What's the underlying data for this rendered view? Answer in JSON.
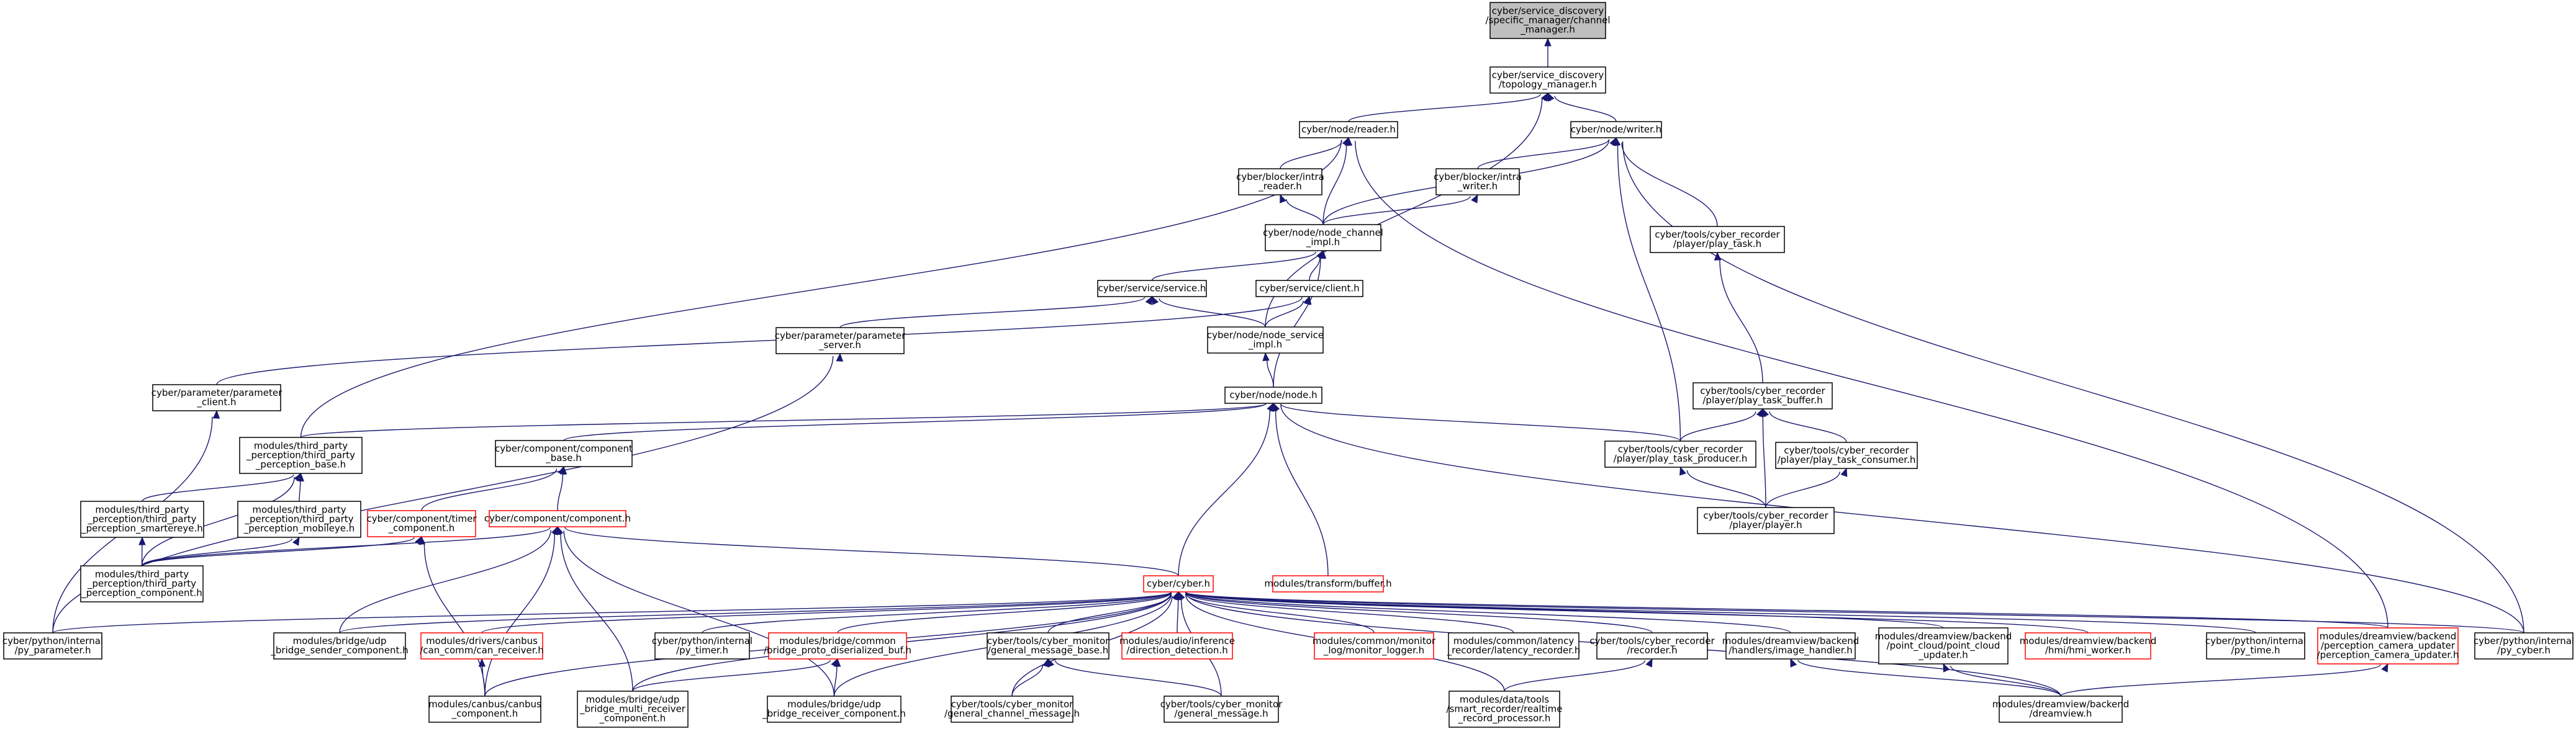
{
  "colors": {
    "edge": "#191970",
    "border": "#000000",
    "incomplete": "#ff0000",
    "root_fill": "#bfbfbf",
    "fill": "#ffffff"
  },
  "nodes": [
    {
      "id": "root",
      "lines": [
        "cyber/service_discovery",
        "/specific_manager/channel",
        "_manager.h"
      ],
      "style": "root"
    },
    {
      "id": "topo",
      "lines": [
        "cyber/service_discovery",
        "/topology_manager.h"
      ]
    },
    {
      "id": "reader",
      "lines": [
        "cyber/node/reader.h"
      ]
    },
    {
      "id": "writer",
      "lines": [
        "cyber/node/writer.h"
      ]
    },
    {
      "id": "intra_reader",
      "lines": [
        "cyber/blocker/intra",
        "_reader.h"
      ]
    },
    {
      "id": "intra_writer",
      "lines": [
        "cyber/blocker/intra",
        "_writer.h"
      ]
    },
    {
      "id": "play_task",
      "lines": [
        "cyber/tools/cyber_recorder",
        "/player/play_task.h"
      ]
    },
    {
      "id": "node_channel",
      "lines": [
        "cyber/node/node_channel",
        "_impl.h"
      ]
    },
    {
      "id": "service",
      "lines": [
        "cyber/service/service.h"
      ]
    },
    {
      "id": "client",
      "lines": [
        "cyber/service/client.h"
      ]
    },
    {
      "id": "param_server",
      "lines": [
        "cyber/parameter/parameter",
        "_server.h"
      ]
    },
    {
      "id": "node_service",
      "lines": [
        "cyber/node/node_service",
        "_impl.h"
      ]
    },
    {
      "id": "param_client",
      "lines": [
        "cyber/parameter/parameter",
        "_client.h"
      ]
    },
    {
      "id": "node",
      "lines": [
        "cyber/node/node.h"
      ]
    },
    {
      "id": "play_task_buffer",
      "lines": [
        "cyber/tools/cyber_recorder",
        "/player/play_task_buffer.h"
      ]
    },
    {
      "id": "tp_base",
      "lines": [
        "modules/third_party",
        "_perception/third_party",
        "_perception_base.h"
      ]
    },
    {
      "id": "comp_base",
      "lines": [
        "cyber/component/component",
        "_base.h"
      ]
    },
    {
      "id": "play_task_producer",
      "lines": [
        "cyber/tools/cyber_recorder",
        "/player/play_task_producer.h"
      ]
    },
    {
      "id": "play_task_consumer",
      "lines": [
        "cyber/tools/cyber_recorder",
        "/player/play_task_consumer.h"
      ]
    },
    {
      "id": "tp_smarter",
      "lines": [
        "modules/third_party",
        "_perception/third_party",
        "_perception_smartereye.h"
      ]
    },
    {
      "id": "tp_mobileye",
      "lines": [
        "modules/third_party",
        "_perception/third_party",
        "_perception_mobileye.h"
      ]
    },
    {
      "id": "timer_comp",
      "lines": [
        "cyber/component/timer",
        "_component.h"
      ],
      "style": "red"
    },
    {
      "id": "component",
      "lines": [
        "cyber/component/component.h"
      ],
      "style": "red"
    },
    {
      "id": "player",
      "lines": [
        "cyber/tools/cyber_recorder",
        "/player/player.h"
      ]
    },
    {
      "id": "tp_component",
      "lines": [
        "modules/third_party",
        "_perception/third_party",
        "_perception_component.h"
      ]
    },
    {
      "id": "cyber",
      "lines": [
        "cyber/cyber.h"
      ],
      "style": "red"
    },
    {
      "id": "transform_buffer",
      "lines": [
        "modules/transform/buffer.h"
      ],
      "style": "red"
    },
    {
      "id": "py_parameter",
      "lines": [
        "cyber/python/internal",
        "/py_parameter.h"
      ]
    },
    {
      "id": "udp_sender",
      "lines": [
        "modules/bridge/udp",
        "_bridge_sender_component.h"
      ]
    },
    {
      "id": "can_receiver",
      "lines": [
        "modules/drivers/canbus",
        "/can_comm/can_receiver.h"
      ],
      "style": "red"
    },
    {
      "id": "py_timer",
      "lines": [
        "cyber/python/internal",
        "/py_timer.h"
      ]
    },
    {
      "id": "proto_buf",
      "lines": [
        "modules/bridge/common",
        "/bridge_proto_diserialized_buf.h"
      ],
      "style": "red"
    },
    {
      "id": "gen_msg_base",
      "lines": [
        "cyber/tools/cyber_monitor",
        "/general_message_base.h"
      ]
    },
    {
      "id": "direction",
      "lines": [
        "modules/audio/inference",
        "/direction_detection.h"
      ],
      "style": "red"
    },
    {
      "id": "monitor_logger",
      "lines": [
        "modules/common/monitor",
        "_log/monitor_logger.h"
      ],
      "style": "red"
    },
    {
      "id": "latency",
      "lines": [
        "modules/common/latency",
        "_recorder/latency_recorder.h"
      ]
    },
    {
      "id": "recorder",
      "lines": [
        "cyber/tools/cyber_recorder",
        "/recorder.h"
      ]
    },
    {
      "id": "image_handler",
      "lines": [
        "modules/dreamview/backend",
        "/handlers/image_handler.h"
      ]
    },
    {
      "id": "pc_updater",
      "lines": [
        "modules/dreamview/backend",
        "/point_cloud/point_cloud",
        "_updater.h"
      ]
    },
    {
      "id": "hmi_worker",
      "lines": [
        "modules/dreamview/backend",
        "/hmi/hmi_worker.h"
      ],
      "style": "red"
    },
    {
      "id": "py_time",
      "lines": [
        "cyber/python/internal",
        "/py_time.h"
      ]
    },
    {
      "id": "perc_cam",
      "lines": [
        "modules/dreamview/backend",
        "/perception_camera_updater",
        "/perception_camera_updater.h"
      ],
      "style": "red"
    },
    {
      "id": "py_cyber",
      "lines": [
        "cyber/python/internal",
        "/py_cyber.h"
      ]
    },
    {
      "id": "canbus_comp",
      "lines": [
        "modules/canbus/canbus",
        "_component.h"
      ]
    },
    {
      "id": "udp_multi",
      "lines": [
        "modules/bridge/udp",
        "_bridge_multi_receiver",
        "_component.h"
      ]
    },
    {
      "id": "udp_receiver",
      "lines": [
        "modules/bridge/udp",
        "_bridge_receiver_component.h"
      ]
    },
    {
      "id": "gen_channel_msg",
      "lines": [
        "cyber/tools/cyber_monitor",
        "/general_channel_message.h"
      ]
    },
    {
      "id": "gen_msg",
      "lines": [
        "cyber/tools/cyber_monitor",
        "/general_message.h"
      ]
    },
    {
      "id": "realtime_rec",
      "lines": [
        "modules/data/tools",
        "/smart_recorder/realtime",
        "_record_processor.h"
      ]
    },
    {
      "id": "dreamview",
      "lines": [
        "modules/dreamview/backend",
        "/dreamview.h"
      ]
    }
  ]
}
